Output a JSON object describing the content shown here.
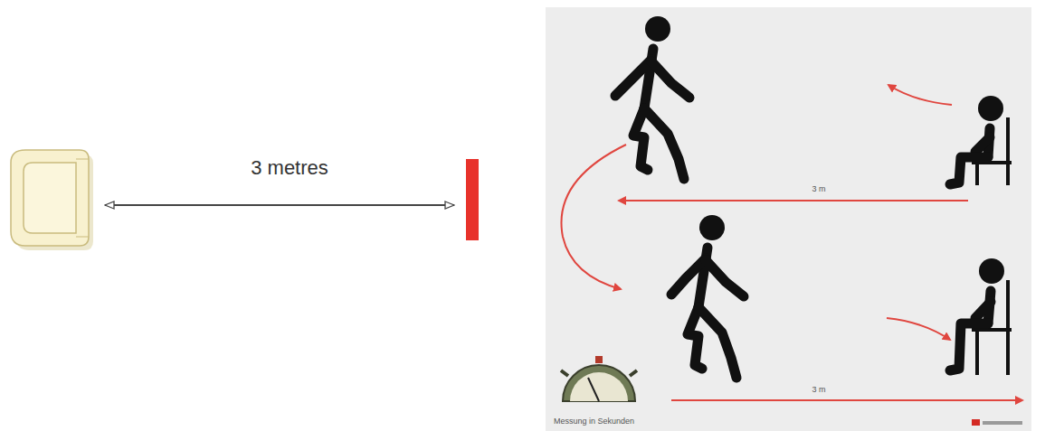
{
  "diagram": {
    "labels": [
      "3 metres",
      "3 m",
      "3 m",
      "Messung in Sekunden"
    ]
  }
}
